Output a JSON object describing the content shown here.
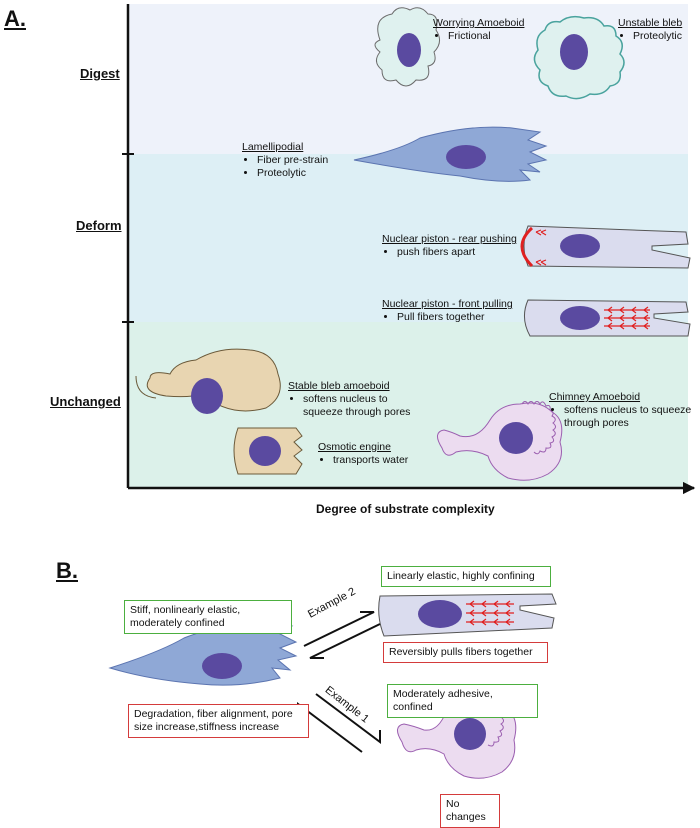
{
  "panel_a": {
    "label": "A.",
    "rows": {
      "digest": "Digest",
      "deform": "Deform",
      "unchanged": "Unchanged"
    },
    "x_axis_label": "Degree of substrate complexity",
    "cells": {
      "worrying": {
        "title": "Worrying Amoeboid",
        "bullets": [
          "Frictional"
        ]
      },
      "unstable": {
        "title": "Unstable bleb",
        "bullets": [
          "Proteolytic"
        ]
      },
      "lamellipodial": {
        "title": "Lamellipodial",
        "bullets": [
          "Fiber pre-strain",
          "Proteolytic"
        ]
      },
      "rear_pushing": {
        "title": "Nuclear piston - rear pushing",
        "bullets": [
          "push fibers apart"
        ]
      },
      "front_pulling": {
        "title": "Nuclear piston - front pulling",
        "bullets": [
          "Pull fibers together"
        ]
      },
      "stable_bleb": {
        "title": "Stable bleb amoeboid",
        "bullets": [
          "softens nucleus to squeeze through pores"
        ]
      },
      "chimney": {
        "title": "Chimney Amoeboid",
        "bullets": [
          "softens nucleus to squeeze through pores"
        ]
      },
      "osmotic": {
        "title": "Osmotic engine",
        "bullets": [
          "transports water"
        ]
      }
    },
    "colors": {
      "digest_band": "#eef2fa",
      "deform_band": "#ddeff5",
      "unchanged_band": "#dcf1ea"
    }
  },
  "panel_b": {
    "label": "B.",
    "boxes": {
      "stiff": "Stiff, nonlinearly elastic, moderately confined",
      "linear": "Linearly elastic, highly confining",
      "reversible": "Reversibly pulls fibers together",
      "moderate": "Moderately adhesive, confined",
      "degradation": "Degradation, fiber alignment, pore size increase,stiffness increase",
      "nochange": "No changes"
    },
    "example_1": "Example 1",
    "example_2": "Example 2",
    "colors": {
      "green_border": "#4caf3f",
      "red_border": "#d43b3b"
    }
  }
}
